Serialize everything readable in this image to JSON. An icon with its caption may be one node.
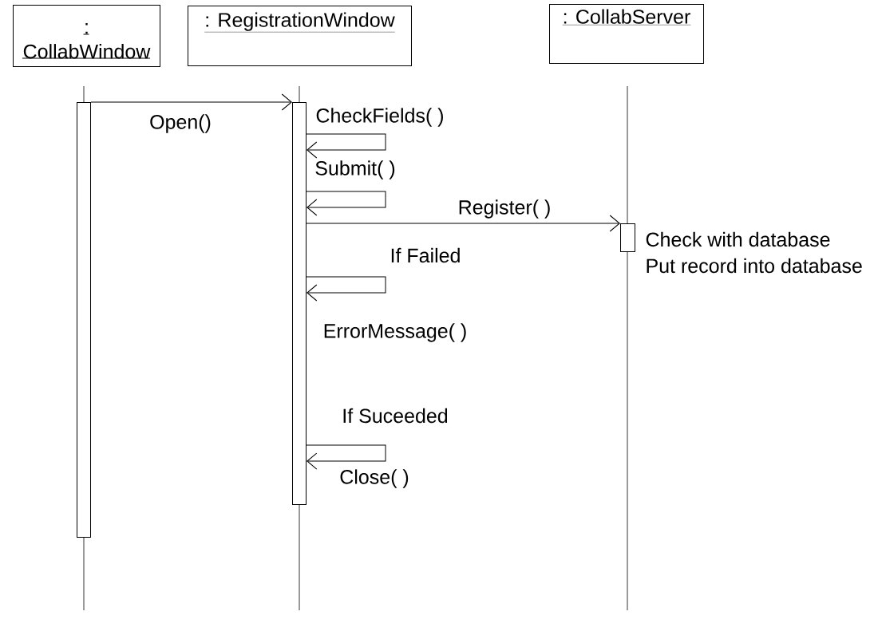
{
  "diagram": {
    "nodes": [
      {
        "text": [
          ": CollabWindow"
        ]
      },
      {
        "text": [
          ": RegistrationWindow"
        ]
      },
      {
        "text": [
          ": CollabServer"
        ]
      },
      {
        "text": [],
        "shape": "bar"
      },
      {
        "text": [],
        "shape": "bar"
      },
      {
        "text": [],
        "shape": "bar",
        "beside": [
          "Check with database",
          "Put record into database"
        ]
      }
    ],
    "edges": [
      {
        "from": 3,
        "to": 4,
        "arrow": "to",
        "label": "Open()"
      },
      {
        "from": 4,
        "to": 4,
        "arrow": "to",
        "label": "CheckFields( )"
      },
      {
        "from": 4,
        "to": 4,
        "arrow": "to",
        "label": "Submit( )"
      },
      {
        "from": 4,
        "to": 5,
        "arrow": "to",
        "label": "Register( )"
      },
      {
        "from": 4,
        "to": 4,
        "arrow": "to",
        "label": "ErrorMessage( )"
      },
      {
        "from": 4,
        "to": 4,
        "arrow": "to",
        "label": "Close( )"
      }
    ],
    "labels": [
      "If Failed",
      "If Suceeded"
    ]
  }
}
